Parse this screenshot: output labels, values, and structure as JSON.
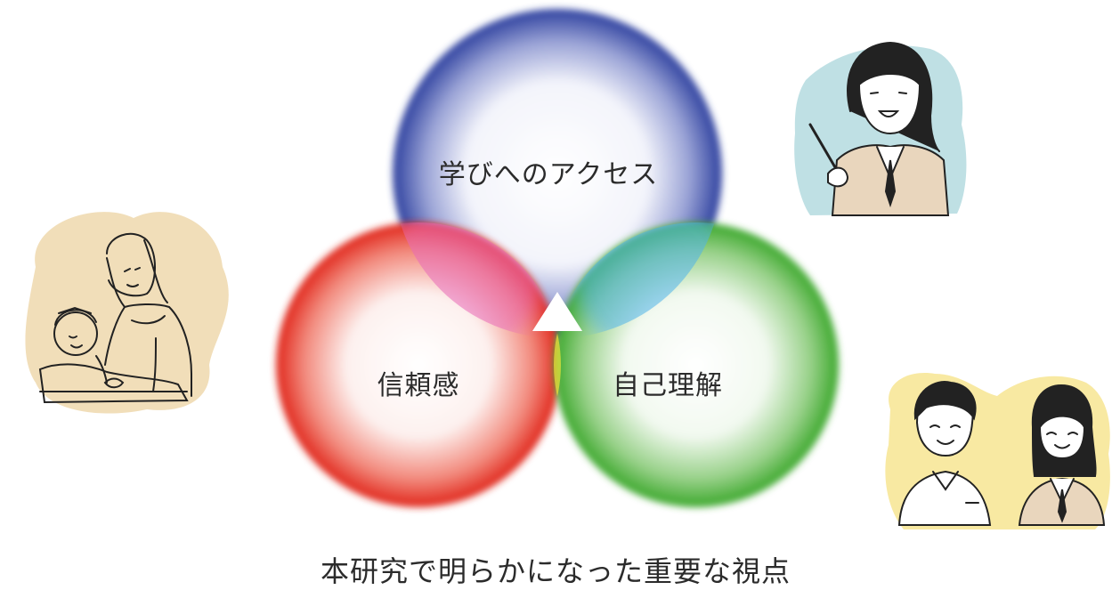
{
  "circles": {
    "top": {
      "label": "学びへのアクセス",
      "color": "#2c3f9e"
    },
    "left": {
      "label": "信頼感",
      "color": "#e02418"
    },
    "right": {
      "label": "自己理解",
      "color": "#3aa72a"
    }
  },
  "overlap_colors": {
    "top_left": "#e86bb8",
    "top_right": "#4fb3ea",
    "left_right": "#f6ea3a"
  },
  "caption": "本研究で明らかになった重要な視点",
  "illustrations": {
    "left": {
      "name": "mother-and-child",
      "bg": "#f1deb9"
    },
    "top_right": {
      "name": "teacher-with-pointer",
      "bg": "#bfe0e4"
    },
    "bottom_right": {
      "name": "two-students",
      "bg": "#f8e9a2"
    }
  }
}
